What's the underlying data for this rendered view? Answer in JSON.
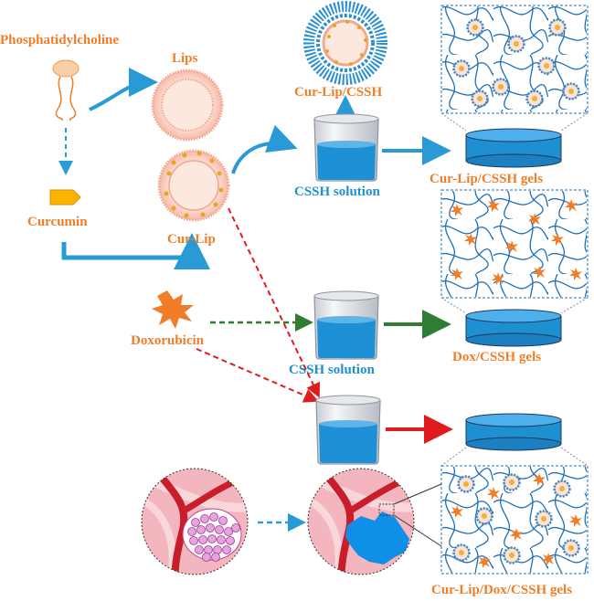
{
  "labels": {
    "phosphatidylcholine": "Phosphatidylcholine",
    "lips": "Lips",
    "curcumin": "Curcumin",
    "cur_lip": "Cur-Lip",
    "cur_lip_cssh": "Cur-Lip/CSSH",
    "cssh_solution_1": "CSSH solution",
    "cur_lip_cssh_gels": "Cur-Lip/CSSH gels",
    "doxorubicin": "Doxorubicin",
    "cssh_solution_2": "CSSH solution",
    "dox_cssh_gels": "Dox/CSSH gels",
    "cur_lip_dox_cssh_gels": "Cur-Lip/Dox/CSSH gels"
  },
  "colors": {
    "label_orange": "#F07D28",
    "label_blue": "#1E8FD0",
    "arrow_blue": "#2A9AD6",
    "arrow_green": "#2E7D32",
    "arrow_red": "#E01B1B",
    "liquid_blue": "#1E90D6",
    "gel_blue": "#2A95D8",
    "tissue_pink": "#F4B6BE",
    "vessel_red": "#C81E2A",
    "dox_orange": "#F07D28"
  },
  "icons": {
    "lipid": "phospholipid-icon",
    "curcumin": "pentagon-tag-icon",
    "doxorubicin": "starburst-icon",
    "liposome": "liposome-icon",
    "beaker": "beaker-icon",
    "gel_disc": "gel-disc-icon",
    "network": "hydrogel-network-icon",
    "tumor": "tumor-tissue-icon"
  }
}
